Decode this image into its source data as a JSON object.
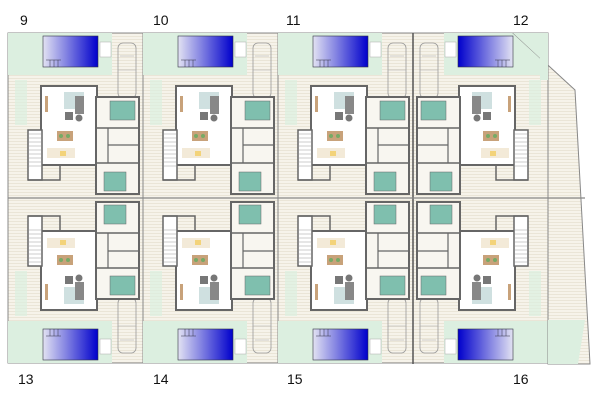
{
  "plan": {
    "lots": [
      {
        "number": "9"
      },
      {
        "number": "10"
      },
      {
        "number": "11"
      },
      {
        "number": "12"
      },
      {
        "number": "13"
      },
      {
        "number": "14"
      },
      {
        "number": "15"
      },
      {
        "number": "16"
      }
    ]
  },
  "colors": {
    "garden": "#dcefe0",
    "terrace": "#f4f0e6",
    "pool_light": "#e2e2f2",
    "pool_dark": "#0000cc",
    "wall": "#777777",
    "bed": "#7fbfae",
    "sofa": "#888888",
    "table": "#c8a27a"
  }
}
